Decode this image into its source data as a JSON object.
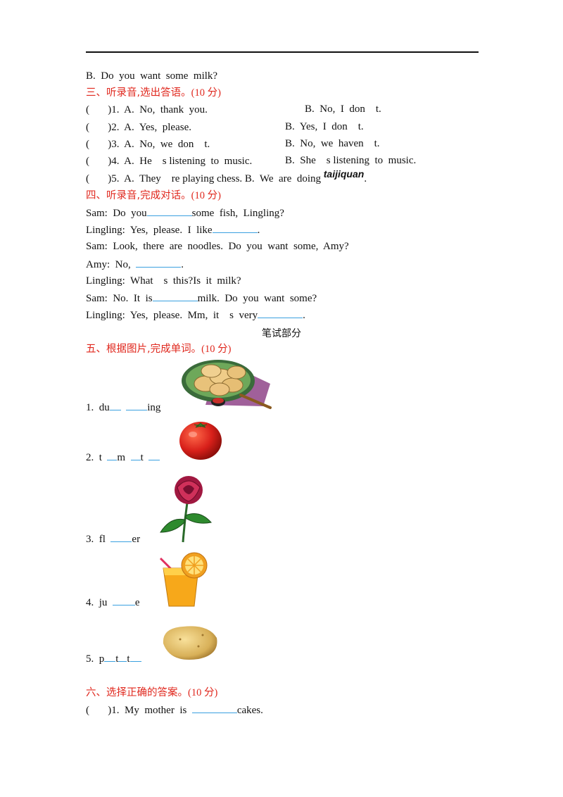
{
  "header_line": "B.  Do  you  want  some  milk?",
  "sec3": {
    "title": "三、听录音,选出答语。",
    "points": "(10 分)",
    "items": [
      {
        "num": "(       )1.  A.  No,  thank  you.",
        "b": "B.  No,  I  don    t."
      },
      {
        "num": "(       )2.  A.  Yes,  please.",
        "b": "B.  Yes,  I  don    t."
      },
      {
        "num": "(       )3.  A.  No,  we  don    t.",
        "b": "B.  No,  we  haven    t."
      },
      {
        "num": "(       )4.  A.  He    s listening  to  music.",
        "b": "B.  She    s listening  to  music."
      },
      {
        "num": "(       )5.  A.  They    re playing chess. B.  We  are  doing",
        "b": "taijiquan",
        "end": "."
      }
    ]
  },
  "sec4": {
    "title": "四、听录音,完成对话。",
    "points": "(10 分)",
    "lines": [
      {
        "pre": "Sam:  Do  you",
        "post": "some  fish,  Lingling?"
      },
      {
        "pre": "Lingling:  Yes,  please.  I  like",
        "post": "."
      },
      {
        "pre": "Sam:  Look,  there  are  noodles.  Do  you  want  some,  Amy?",
        "post": ""
      },
      {
        "pre": "Amy:  No,  ",
        "post": "."
      },
      {
        "pre": "Lingling:  What    s  this?Is  it  milk?",
        "post": ""
      },
      {
        "pre": "Sam:  No.  It  is",
        "post": "milk.  Do  you  want  some?"
      },
      {
        "pre": "Lingling:  Yes,  please.  Mm,  it    s  very",
        "post": "."
      }
    ]
  },
  "written_part": "笔试部分",
  "sec5": {
    "title": "五、根据图片,完成单词。",
    "points": "(10 分)",
    "items": [
      {
        "a": "1.  du",
        "b": "ing"
      },
      {
        "a": "2.  t  ",
        "b": "m  ",
        "c": "t  "
      },
      {
        "a": "3.  fl  ",
        "b": "er"
      },
      {
        "a": "4.  ju  ",
        "b": "e"
      },
      {
        "a": "5.  p",
        "b": "t",
        "c": "t"
      }
    ],
    "images": [
      "dumplings-image",
      "tomato-image",
      "flower-image",
      "juice-image",
      "potato-image"
    ]
  },
  "sec6": {
    "title": "六、选择正确的答案。",
    "points": "(10 分)",
    "items": [
      {
        "pre": "(       )1.  My  mother  is  ",
        "post": "cakes."
      }
    ]
  },
  "colors": {
    "heading": "#e0281e",
    "blank": "#3aa0e0"
  }
}
